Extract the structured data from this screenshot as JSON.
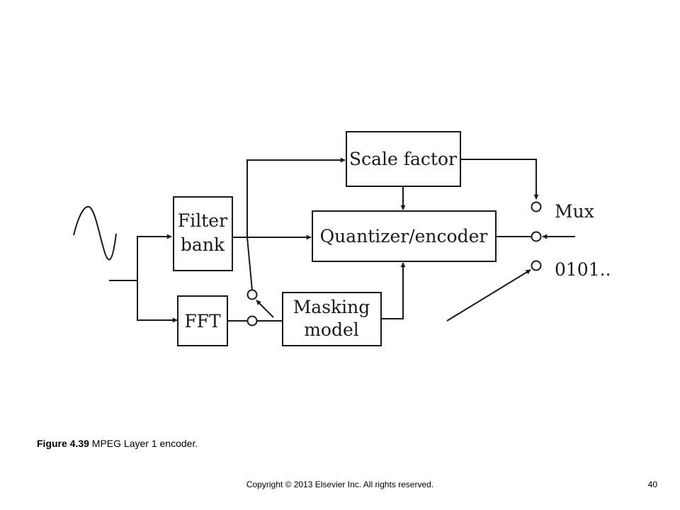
{
  "diagram": {
    "blocks": {
      "scale_factor": "Scale factor",
      "filter_bank": [
        "Filter",
        "bank"
      ],
      "quantizer": "Quantizer/encoder",
      "fft": "FFT",
      "masking": [
        "Masking",
        "model"
      ]
    },
    "outputs": {
      "mux": "Mux",
      "bits": "0101.."
    }
  },
  "caption": {
    "label": "Figure 4.39",
    "text": " MPEG Layer 1 encoder."
  },
  "footer": {
    "copyright": "Copyright © 2013 Elsevier Inc. All rights reserved.",
    "page": "40"
  }
}
